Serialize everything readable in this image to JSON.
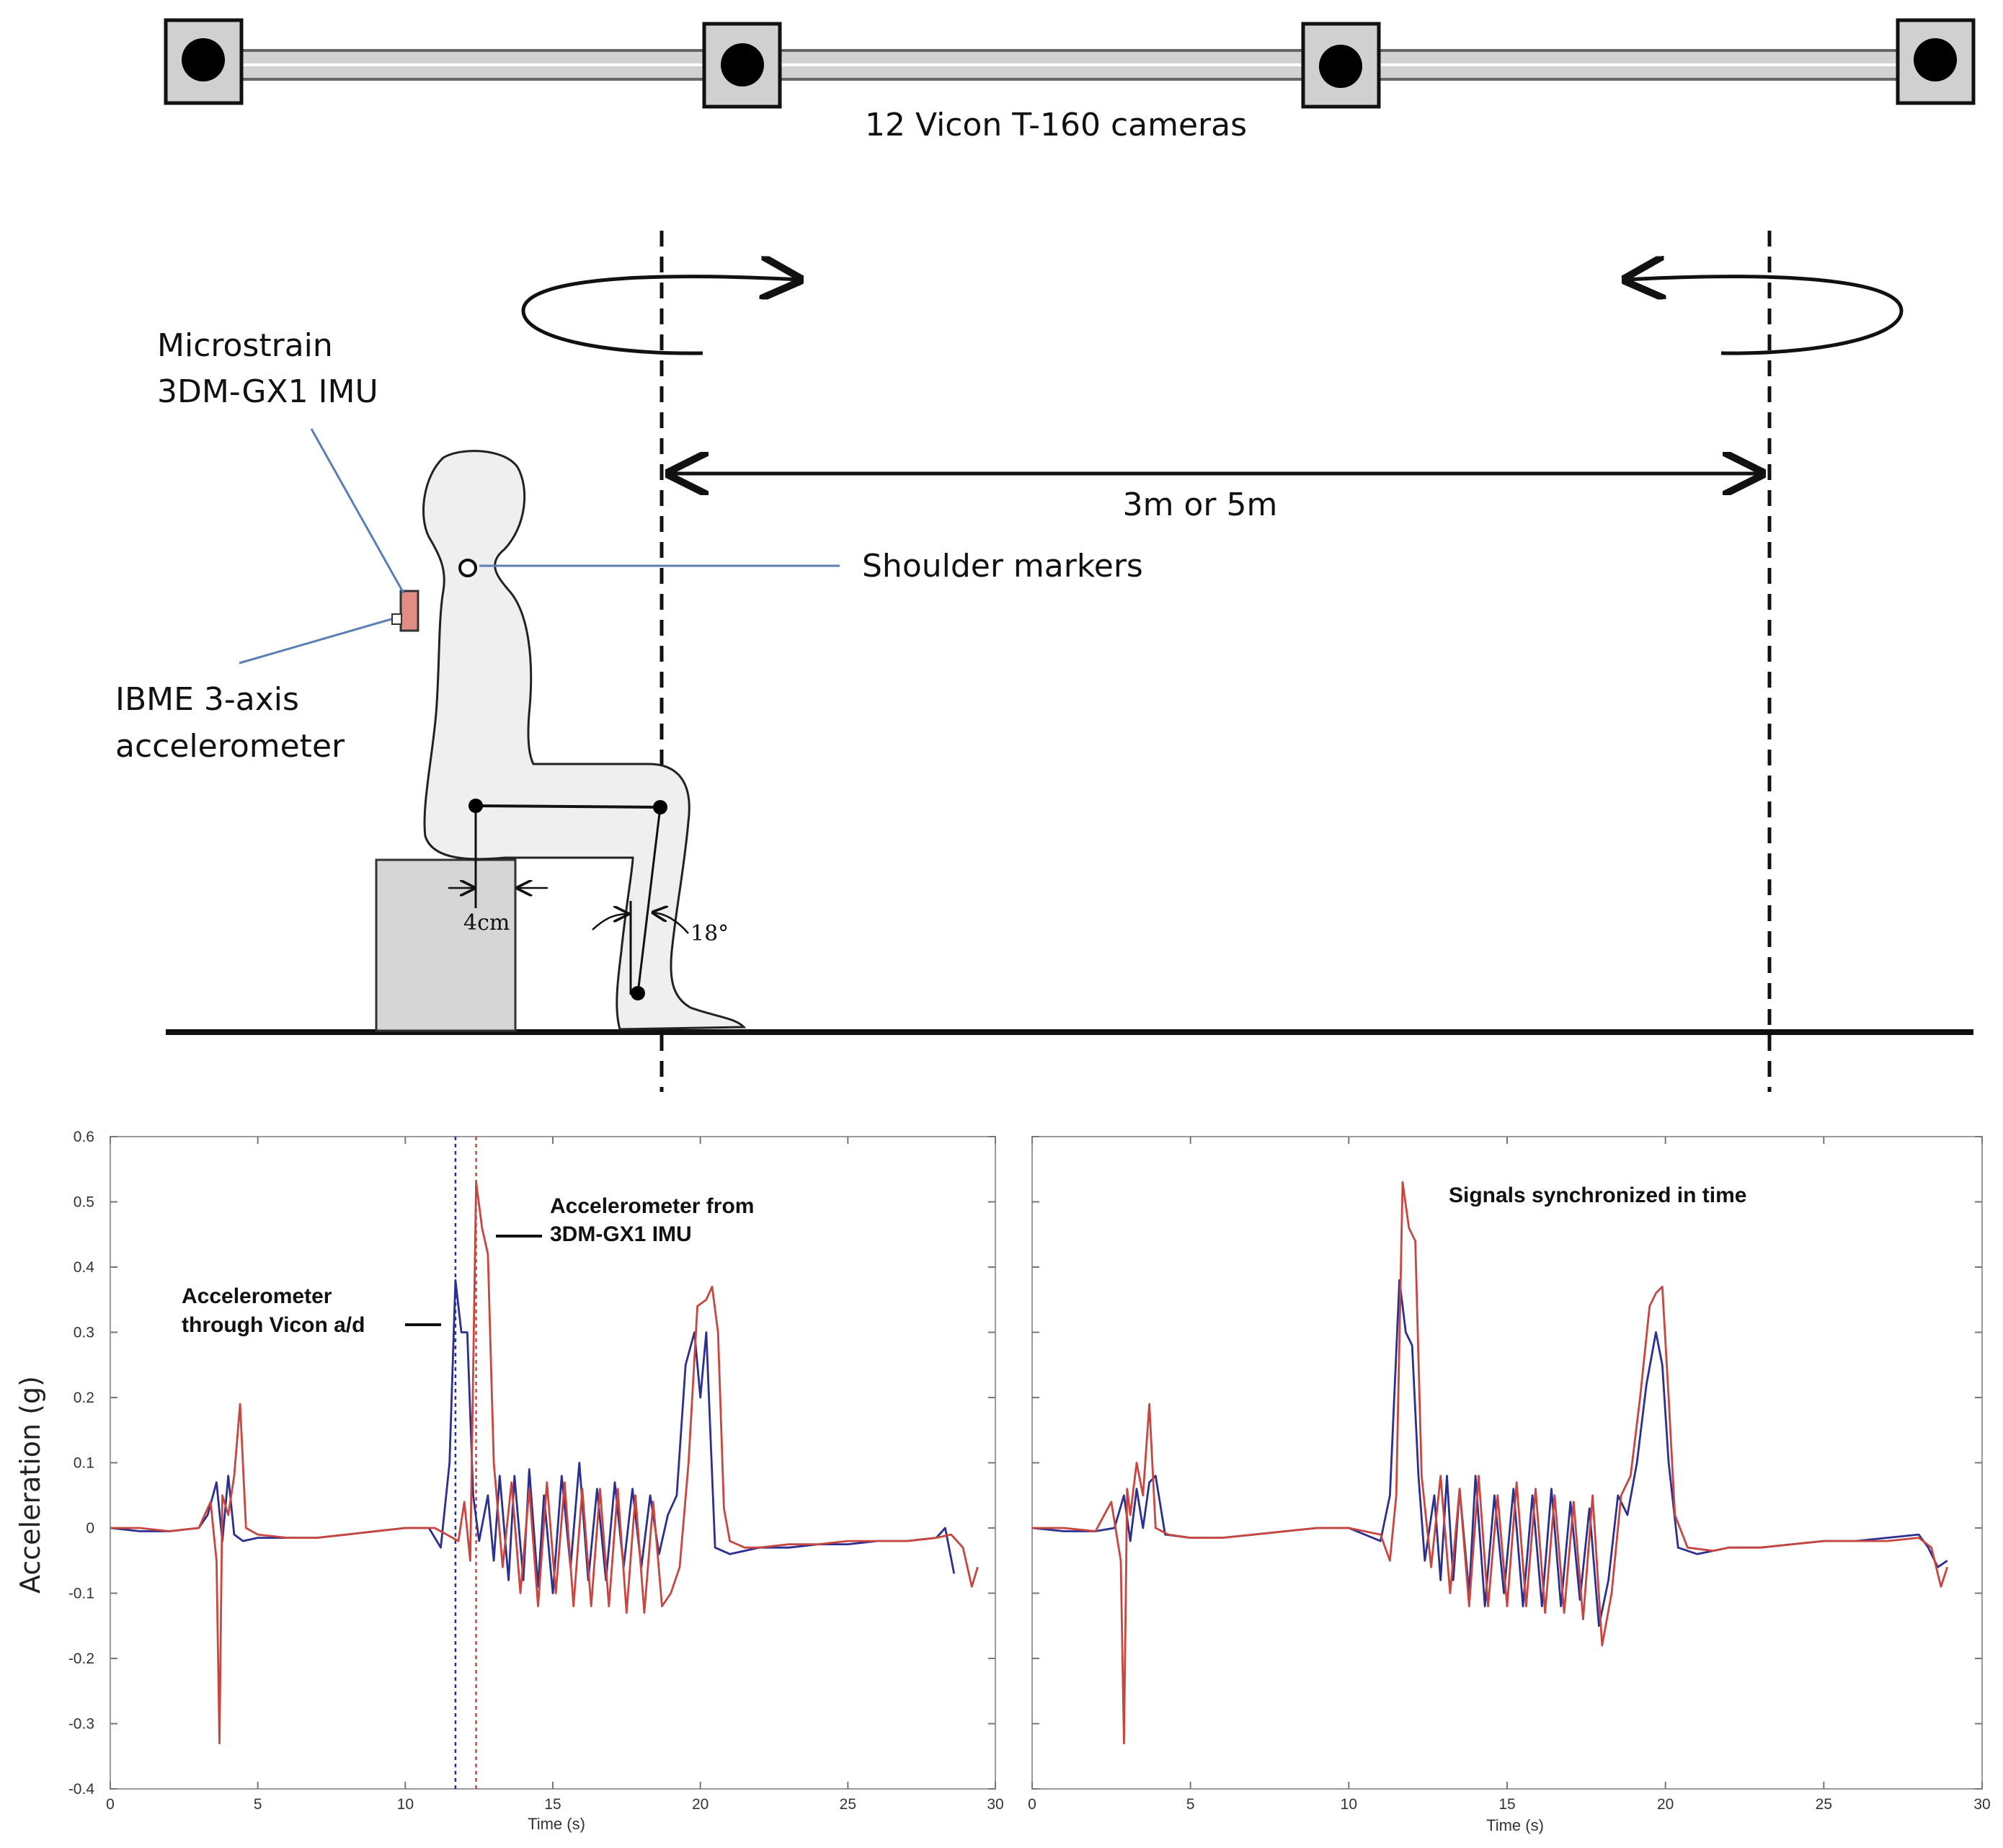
{
  "diagram": {
    "cameras_label": "12 Vicon T-160 cameras",
    "distance_label": "3m or 5m",
    "shoulder_label": "Shoulder markers",
    "imu_label_line1": "Microstrain",
    "imu_label_line2": "3DM-GX1 IMU",
    "accel_label_line1": "IBME 3-axis",
    "accel_label_line2": "accelerometer",
    "seat_offset_label": "4cm",
    "shank_angle_label": "18°"
  },
  "colors": {
    "vicon_signal": "#2b2f8f",
    "imu_signal": "#c8463f",
    "connector_line": "#5b7fb5",
    "body_fill": "#efefef",
    "box_fill": "#d6d6d6"
  },
  "chart_data": [
    {
      "type": "line",
      "ylabel": "Acceleration (g)",
      "xlabel": "Time (s)",
      "xlim": [
        0,
        30
      ],
      "ylim": [
        -0.4,
        0.6
      ],
      "x_ticks": [
        "0",
        "5",
        "10",
        "15",
        "20",
        "25",
        "30"
      ],
      "y_ticks": [
        "0.6",
        "0.5",
        "0.4",
        "0.3",
        "0.2",
        "0.1",
        "0",
        "-0.1",
        "-0.2",
        "-0.3",
        "-0.4"
      ],
      "annotations": [
        {
          "line1": "Accelerometer",
          "line2": "through Vicon a/d"
        },
        {
          "line1": "Accelerometer from",
          "line2": "3DM-GX1 IMU"
        }
      ],
      "markers_x": [
        11.7,
        12.4
      ],
      "series": [
        {
          "color": "#2b2f8f",
          "x": [
            0,
            1,
            2,
            3,
            3.3,
            3.6,
            3.8,
            4.0,
            4.2,
            4.5,
            5,
            6,
            7,
            8,
            9,
            10,
            10.8,
            11.2,
            11.5,
            11.7,
            11.9,
            12.1,
            12.3,
            12.5,
            12.8,
            13.0,
            13.2,
            13.5,
            13.7,
            14.0,
            14.2,
            14.5,
            14.7,
            15.0,
            15.3,
            15.6,
            15.9,
            16.2,
            16.5,
            16.8,
            17.1,
            17.4,
            17.7,
            18.0,
            18.3,
            18.6,
            18.9,
            19.2,
            19.5,
            19.8,
            20.0,
            20.2,
            20.5,
            21,
            22,
            23,
            24,
            25,
            26,
            27,
            28,
            28.3,
            28.6
          ],
          "y": [
            0,
            -0.005,
            -0.005,
            0,
            0.02,
            0.07,
            -0.02,
            0.08,
            -0.01,
            -0.02,
            -0.015,
            -0.015,
            -0.015,
            -0.01,
            -0.005,
            0,
            0,
            -0.03,
            0.1,
            0.38,
            0.3,
            0.3,
            0.05,
            -0.02,
            0.05,
            -0.05,
            0.08,
            -0.08,
            0.08,
            -0.08,
            0.09,
            -0.09,
            0.05,
            -0.1,
            0.08,
            -0.06,
            0.1,
            -0.08,
            0.06,
            -0.08,
            0.07,
            -0.06,
            0.06,
            -0.06,
            0.05,
            -0.04,
            0.02,
            0.05,
            0.25,
            0.3,
            0.2,
            0.3,
            -0.03,
            -0.04,
            -0.03,
            -0.03,
            -0.025,
            -0.025,
            -0.02,
            -0.02,
            -0.015,
            0,
            -0.07
          ]
        },
        {
          "color": "#c8463f",
          "x": [
            0,
            1,
            2,
            3,
            3.4,
            3.6,
            3.7,
            3.8,
            4.0,
            4.2,
            4.4,
            4.6,
            5,
            6,
            7,
            8,
            9,
            10,
            11,
            11.8,
            12.0,
            12.2,
            12.4,
            12.6,
            12.8,
            13.0,
            13.3,
            13.6,
            13.9,
            14.2,
            14.5,
            14.8,
            15.1,
            15.4,
            15.7,
            16.0,
            16.3,
            16.6,
            16.9,
            17.2,
            17.5,
            17.8,
            18.1,
            18.4,
            18.7,
            19.0,
            19.3,
            19.6,
            19.9,
            20.2,
            20.4,
            20.6,
            20.8,
            21.0,
            21.5,
            22,
            23,
            24,
            25,
            26,
            27,
            28,
            28.5,
            28.9,
            29.2,
            29.4
          ],
          "y": [
            0,
            0,
            -0.005,
            0,
            0.04,
            -0.05,
            -0.33,
            0.05,
            0.02,
            0.08,
            0.19,
            0,
            -0.01,
            -0.015,
            -0.015,
            -0.01,
            -0.005,
            0,
            0,
            -0.02,
            0.04,
            -0.05,
            0.53,
            0.46,
            0.42,
            0.1,
            -0.06,
            0.07,
            -0.1,
            0.06,
            -0.12,
            0.07,
            -0.1,
            0.07,
            -0.12,
            0.06,
            -0.12,
            0.06,
            -0.12,
            0.06,
            -0.13,
            0.05,
            -0.13,
            0.04,
            -0.12,
            -0.1,
            -0.06,
            0.1,
            0.34,
            0.35,
            0.37,
            0.3,
            0.03,
            -0.02,
            -0.03,
            -0.03,
            -0.025,
            -0.025,
            -0.02,
            -0.02,
            -0.02,
            -0.015,
            -0.01,
            -0.03,
            -0.09,
            -0.06
          ]
        }
      ]
    },
    {
      "type": "line",
      "xlabel": "Time (s)",
      "xlim": [
        0,
        30
      ],
      "ylim": [
        -0.4,
        0.6
      ],
      "x_ticks": [
        "0",
        "5",
        "10",
        "15",
        "20",
        "25",
        "30"
      ],
      "title": "Signals synchronized in time",
      "series": [
        {
          "color": "#2b2f8f",
          "x": [
            0,
            1,
            2,
            2.6,
            2.9,
            3.1,
            3.3,
            3.5,
            3.7,
            3.9,
            4.2,
            5,
            6,
            7,
            8,
            9,
            10,
            11,
            11.3,
            11.6,
            11.8,
            12.0,
            12.2,
            12.4,
            12.7,
            12.9,
            13.1,
            13.3,
            13.5,
            13.8,
            14.0,
            14.3,
            14.6,
            14.9,
            15.2,
            15.5,
            15.8,
            16.1,
            16.4,
            16.7,
            17.0,
            17.3,
            17.6,
            17.9,
            18.2,
            18.5,
            18.8,
            19.1,
            19.4,
            19.7,
            19.9,
            20.1,
            20.4,
            21,
            22,
            23,
            24,
            25,
            26,
            27,
            28,
            28.3,
            28.6,
            28.9
          ],
          "y": [
            0,
            -0.005,
            -0.005,
            0,
            0.05,
            -0.02,
            0.06,
            0,
            0.07,
            0.08,
            -0.01,
            -0.015,
            -0.015,
            -0.01,
            -0.005,
            0,
            0,
            -0.02,
            0.05,
            0.38,
            0.3,
            0.28,
            0.08,
            -0.05,
            0.05,
            -0.08,
            0.08,
            -0.08,
            0.06,
            -0.1,
            0.08,
            -0.12,
            0.05,
            -0.1,
            0.06,
            -0.12,
            0.05,
            -0.12,
            0.06,
            -0.12,
            0.04,
            -0.11,
            0.03,
            -0.15,
            -0.08,
            0.05,
            0.02,
            0.1,
            0.22,
            0.3,
            0.25,
            0.1,
            -0.03,
            -0.04,
            -0.03,
            -0.03,
            -0.025,
            -0.02,
            -0.02,
            -0.015,
            -0.01,
            -0.03,
            -0.06,
            -0.05
          ]
        },
        {
          "color": "#c8463f",
          "x": [
            0,
            1,
            2,
            2.5,
            2.8,
            2.9,
            3.0,
            3.1,
            3.3,
            3.5,
            3.7,
            3.9,
            4.3,
            5,
            6,
            7,
            8,
            9,
            10,
            11,
            11.3,
            11.5,
            11.7,
            11.9,
            12.1,
            12.3,
            12.6,
            12.9,
            13.2,
            13.5,
            13.8,
            14.1,
            14.4,
            14.7,
            15.0,
            15.3,
            15.6,
            15.9,
            16.2,
            16.5,
            16.8,
            17.1,
            17.4,
            17.7,
            18.0,
            18.3,
            18.6,
            18.9,
            19.2,
            19.5,
            19.7,
            19.9,
            20.1,
            20.3,
            20.7,
            21.5,
            22,
            23,
            24,
            25,
            26,
            27,
            28,
            28.4,
            28.7,
            28.9
          ],
          "y": [
            0,
            0,
            -0.005,
            0.04,
            -0.05,
            -0.33,
            0.06,
            0.02,
            0.1,
            0.05,
            0.19,
            0,
            -0.01,
            -0.015,
            -0.015,
            -0.01,
            -0.005,
            0,
            0,
            -0.01,
            -0.05,
            0.05,
            0.53,
            0.46,
            0.44,
            0.08,
            -0.06,
            0.08,
            -0.1,
            0.06,
            -0.12,
            0.08,
            -0.12,
            0.05,
            -0.12,
            0.07,
            -0.12,
            0.06,
            -0.13,
            0.05,
            -0.13,
            0.04,
            -0.14,
            0.05,
            -0.18,
            -0.1,
            0.05,
            0.08,
            0.2,
            0.34,
            0.36,
            0.37,
            0.2,
            0.02,
            -0.03,
            -0.035,
            -0.03,
            -0.03,
            -0.025,
            -0.02,
            -0.02,
            -0.02,
            -0.015,
            -0.03,
            -0.09,
            -0.06
          ]
        }
      ]
    }
  ]
}
